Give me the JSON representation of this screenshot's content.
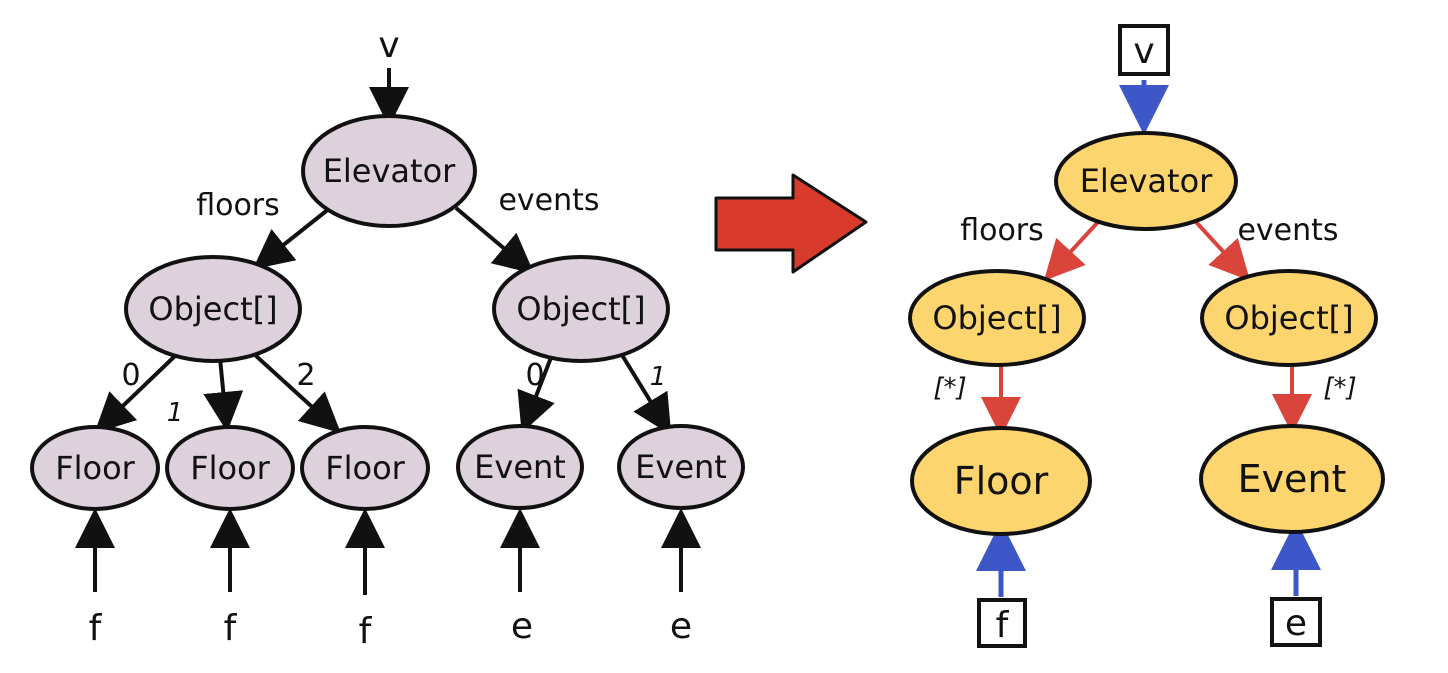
{
  "colors": {
    "left_node_fill": "#ddd1dc",
    "right_node_fill": "#fdd56f",
    "stroke": "#111111",
    "red_edge": "#d9453b",
    "blue_edge": "#3d57c9",
    "transform_arrow": "#d83a2c"
  },
  "left": {
    "var_v": "v",
    "elevator": "Elevator",
    "floors": "floors",
    "events": "events",
    "obj_floors": "Object[]",
    "obj_events": "Object[]",
    "idx_floor_0": "0",
    "idx_floor_1": "1",
    "idx_floor_2": "2",
    "idx_event_0": "0",
    "idx_event_1": "1",
    "floor_1": "Floor",
    "floor_2": "Floor",
    "floor_3": "Floor",
    "event_1": "Event",
    "event_2": "Event",
    "var_f_1": "f",
    "var_f_2": "f",
    "var_f_3": "f",
    "var_e_1": "e",
    "var_e_2": "e"
  },
  "right": {
    "var_v": "v",
    "elevator": "Elevator",
    "floors": "floors",
    "events": "events",
    "obj_floors": "Object[]",
    "obj_events": "Object[]",
    "star_floors": "[*]",
    "star_events": "[*]",
    "floor": "Floor",
    "event": "Event",
    "var_f": "f",
    "var_e": "e"
  }
}
